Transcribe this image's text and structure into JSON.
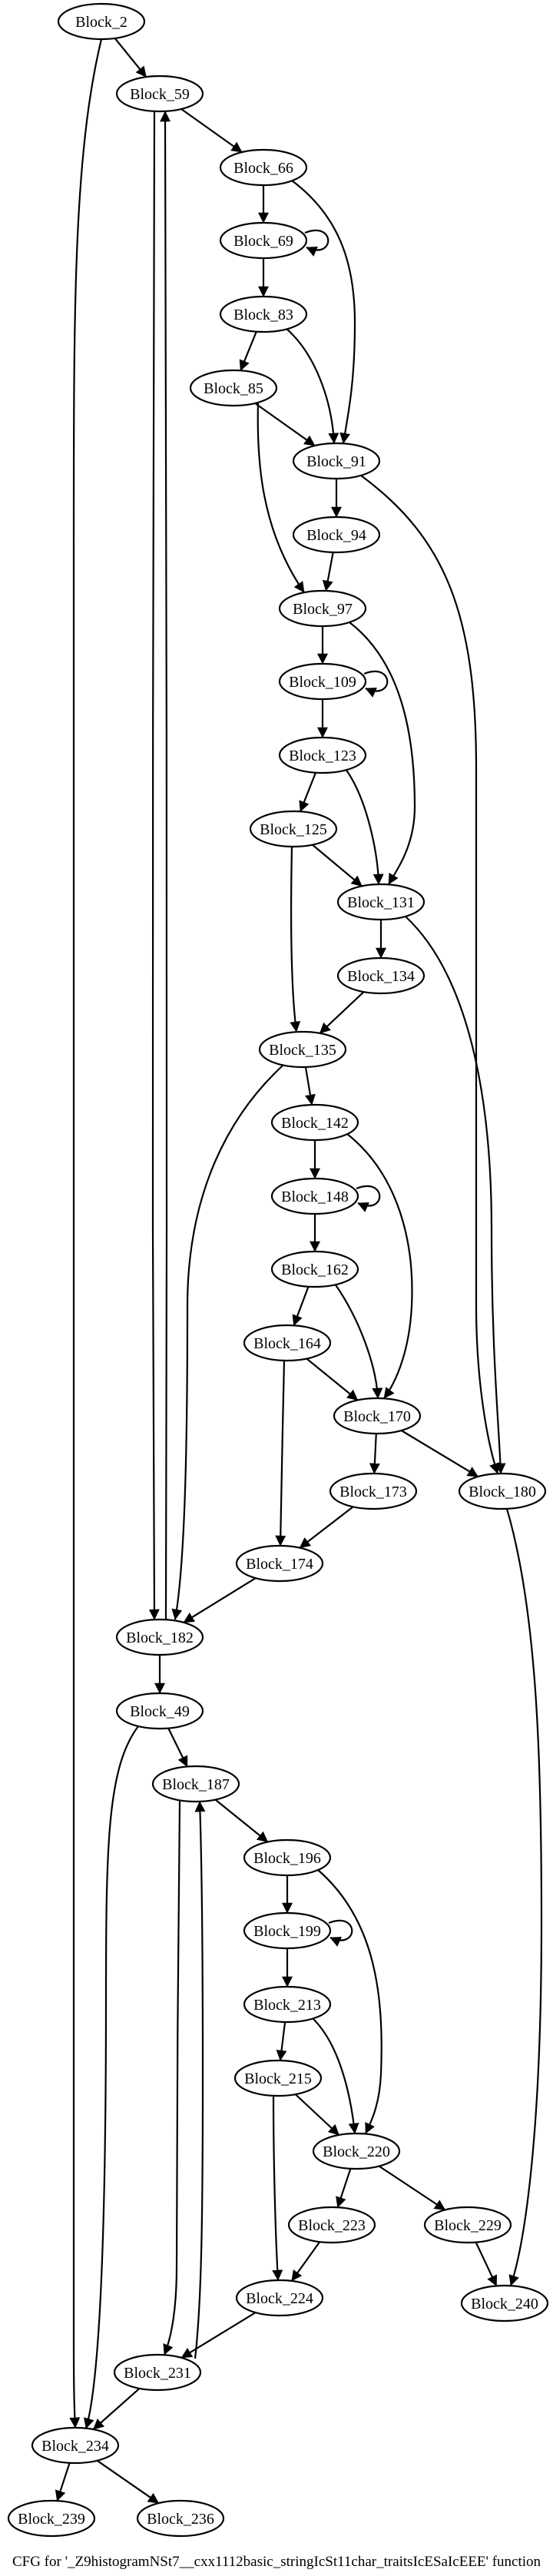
{
  "caption": "CFG for '_Z9histogramNSt7__cxx1112basic_stringIcSt11char_traitsIcESaIcEEE' function",
  "nodes": [
    {
      "id": "Block_2",
      "label": "Block_2"
    },
    {
      "id": "Block_59",
      "label": "Block_59"
    },
    {
      "id": "Block_66",
      "label": "Block_66"
    },
    {
      "id": "Block_69",
      "label": "Block_69"
    },
    {
      "id": "Block_83",
      "label": "Block_83"
    },
    {
      "id": "Block_85",
      "label": "Block_85"
    },
    {
      "id": "Block_91",
      "label": "Block_91"
    },
    {
      "id": "Block_94",
      "label": "Block_94"
    },
    {
      "id": "Block_97",
      "label": "Block_97"
    },
    {
      "id": "Block_109",
      "label": "Block_109"
    },
    {
      "id": "Block_123",
      "label": "Block_123"
    },
    {
      "id": "Block_125",
      "label": "Block_125"
    },
    {
      "id": "Block_131",
      "label": "Block_131"
    },
    {
      "id": "Block_134",
      "label": "Block_134"
    },
    {
      "id": "Block_135",
      "label": "Block_135"
    },
    {
      "id": "Block_142",
      "label": "Block_142"
    },
    {
      "id": "Block_148",
      "label": "Block_148"
    },
    {
      "id": "Block_162",
      "label": "Block_162"
    },
    {
      "id": "Block_164",
      "label": "Block_164"
    },
    {
      "id": "Block_170",
      "label": "Block_170"
    },
    {
      "id": "Block_173",
      "label": "Block_173"
    },
    {
      "id": "Block_180",
      "label": "Block_180"
    },
    {
      "id": "Block_174",
      "label": "Block_174"
    },
    {
      "id": "Block_182",
      "label": "Block_182"
    },
    {
      "id": "Block_49",
      "label": "Block_49"
    },
    {
      "id": "Block_187",
      "label": "Block_187"
    },
    {
      "id": "Block_196",
      "label": "Block_196"
    },
    {
      "id": "Block_199",
      "label": "Block_199"
    },
    {
      "id": "Block_213",
      "label": "Block_213"
    },
    {
      "id": "Block_215",
      "label": "Block_215"
    },
    {
      "id": "Block_220",
      "label": "Block_220"
    },
    {
      "id": "Block_223",
      "label": "Block_223"
    },
    {
      "id": "Block_229",
      "label": "Block_229"
    },
    {
      "id": "Block_224",
      "label": "Block_224"
    },
    {
      "id": "Block_240",
      "label": "Block_240"
    },
    {
      "id": "Block_231",
      "label": "Block_231"
    },
    {
      "id": "Block_234",
      "label": "Block_234"
    },
    {
      "id": "Block_239",
      "label": "Block_239"
    },
    {
      "id": "Block_236",
      "label": "Block_236"
    }
  ],
  "edges": [
    {
      "from": "Block_2",
      "to": "Block_59"
    },
    {
      "from": "Block_2",
      "to": "Block_234"
    },
    {
      "from": "Block_59",
      "to": "Block_66"
    },
    {
      "from": "Block_59",
      "to": "Block_182"
    },
    {
      "from": "Block_66",
      "to": "Block_69"
    },
    {
      "from": "Block_66",
      "to": "Block_91"
    },
    {
      "from": "Block_69",
      "to": "Block_69"
    },
    {
      "from": "Block_69",
      "to": "Block_83"
    },
    {
      "from": "Block_83",
      "to": "Block_85"
    },
    {
      "from": "Block_83",
      "to": "Block_91"
    },
    {
      "from": "Block_85",
      "to": "Block_91"
    },
    {
      "from": "Block_85",
      "to": "Block_97"
    },
    {
      "from": "Block_91",
      "to": "Block_94"
    },
    {
      "from": "Block_91",
      "to": "Block_180"
    },
    {
      "from": "Block_94",
      "to": "Block_97"
    },
    {
      "from": "Block_97",
      "to": "Block_109"
    },
    {
      "from": "Block_97",
      "to": "Block_131"
    },
    {
      "from": "Block_109",
      "to": "Block_109"
    },
    {
      "from": "Block_109",
      "to": "Block_123"
    },
    {
      "from": "Block_123",
      "to": "Block_125"
    },
    {
      "from": "Block_123",
      "to": "Block_131"
    },
    {
      "from": "Block_125",
      "to": "Block_131"
    },
    {
      "from": "Block_125",
      "to": "Block_135"
    },
    {
      "from": "Block_131",
      "to": "Block_134"
    },
    {
      "from": "Block_131",
      "to": "Block_180"
    },
    {
      "from": "Block_134",
      "to": "Block_135"
    },
    {
      "from": "Block_135",
      "to": "Block_142"
    },
    {
      "from": "Block_135",
      "to": "Block_182"
    },
    {
      "from": "Block_142",
      "to": "Block_148"
    },
    {
      "from": "Block_142",
      "to": "Block_170"
    },
    {
      "from": "Block_148",
      "to": "Block_148"
    },
    {
      "from": "Block_148",
      "to": "Block_162"
    },
    {
      "from": "Block_162",
      "to": "Block_164"
    },
    {
      "from": "Block_162",
      "to": "Block_170"
    },
    {
      "from": "Block_164",
      "to": "Block_170"
    },
    {
      "from": "Block_164",
      "to": "Block_174"
    },
    {
      "from": "Block_170",
      "to": "Block_173"
    },
    {
      "from": "Block_170",
      "to": "Block_180"
    },
    {
      "from": "Block_173",
      "to": "Block_174"
    },
    {
      "from": "Block_174",
      "to": "Block_182"
    },
    {
      "from": "Block_180",
      "to": "Block_240"
    },
    {
      "from": "Block_182",
      "to": "Block_59"
    },
    {
      "from": "Block_182",
      "to": "Block_49"
    },
    {
      "from": "Block_49",
      "to": "Block_187"
    },
    {
      "from": "Block_49",
      "to": "Block_234"
    },
    {
      "from": "Block_187",
      "to": "Block_196"
    },
    {
      "from": "Block_187",
      "to": "Block_231"
    },
    {
      "from": "Block_196",
      "to": "Block_199"
    },
    {
      "from": "Block_196",
      "to": "Block_220"
    },
    {
      "from": "Block_199",
      "to": "Block_199"
    },
    {
      "from": "Block_199",
      "to": "Block_213"
    },
    {
      "from": "Block_213",
      "to": "Block_215"
    },
    {
      "from": "Block_213",
      "to": "Block_220"
    },
    {
      "from": "Block_215",
      "to": "Block_220"
    },
    {
      "from": "Block_215",
      "to": "Block_224"
    },
    {
      "from": "Block_220",
      "to": "Block_223"
    },
    {
      "from": "Block_220",
      "to": "Block_229"
    },
    {
      "from": "Block_223",
      "to": "Block_224"
    },
    {
      "from": "Block_224",
      "to": "Block_231"
    },
    {
      "from": "Block_229",
      "to": "Block_240"
    },
    {
      "from": "Block_231",
      "to": "Block_187"
    },
    {
      "from": "Block_231",
      "to": "Block_234"
    },
    {
      "from": "Block_234",
      "to": "Block_239"
    },
    {
      "from": "Block_234",
      "to": "Block_236"
    }
  ]
}
